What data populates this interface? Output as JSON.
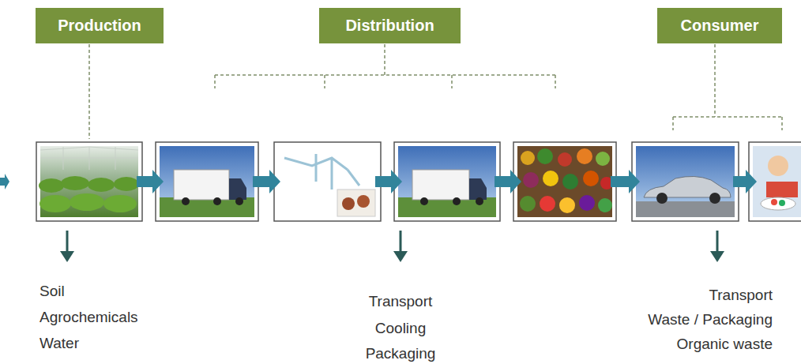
{
  "diagram": {
    "nodes": [
      {
        "text": [
          "Production"
        ]
      },
      {
        "text": [
          "Distribution"
        ]
      },
      {
        "text": [
          "Consumer"
        ]
      }
    ],
    "labels": [
      "Soil",
      "Agrochemicals",
      "Water",
      "Transport",
      "Cooling",
      "Packaging",
      "Transport",
      "Waste / Packaging",
      "Organic waste"
    ]
  }
}
